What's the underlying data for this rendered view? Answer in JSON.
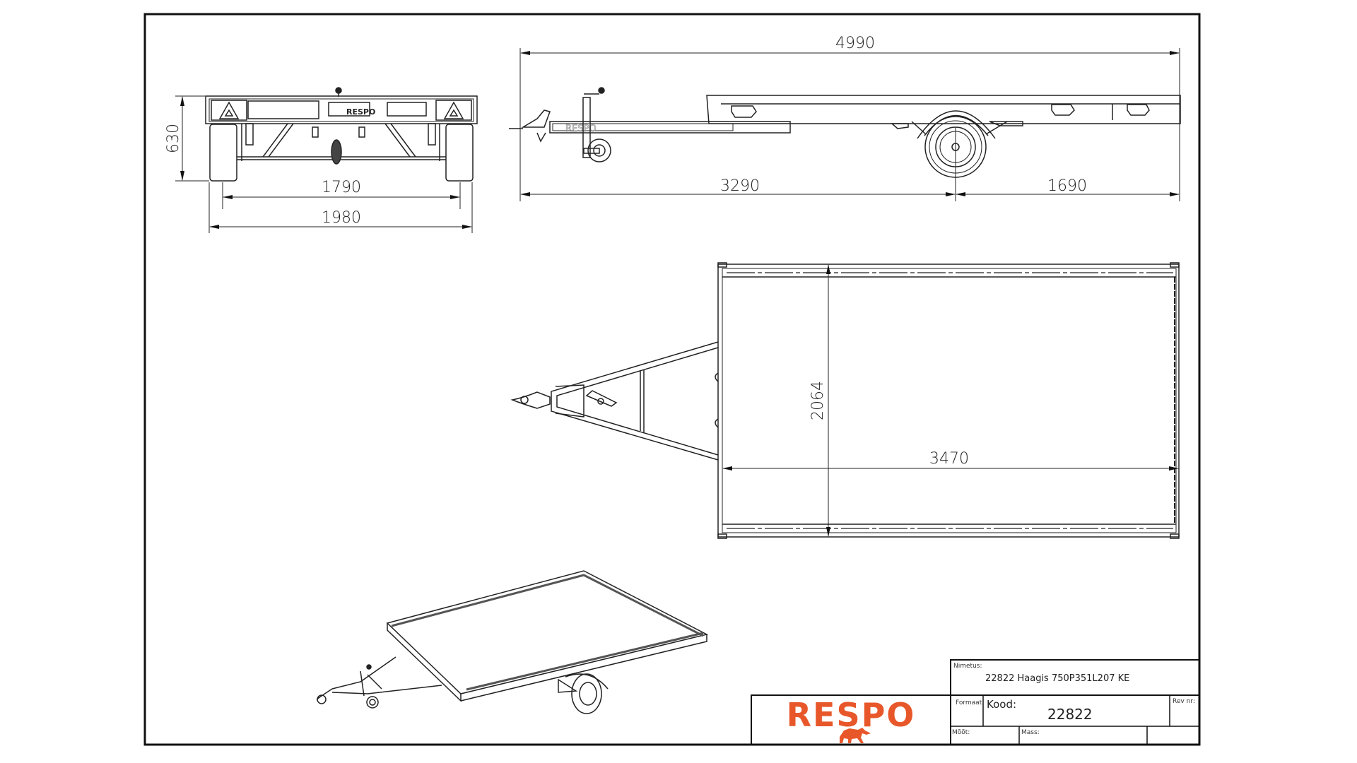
{
  "drawing": {
    "front_view": {
      "dimensions": {
        "height": "630",
        "track_width": "1790",
        "overall_width": "1980"
      }
    },
    "side_view": {
      "dimensions": {
        "overall_length": "4990",
        "front_to_axle": "3290",
        "axle_to_rear": "1690"
      }
    },
    "top_view": {
      "dimensions": {
        "bed_width": "2064",
        "bed_length": "3470"
      }
    },
    "isometric_view": {}
  },
  "title_block": {
    "logo_text": "RESPO",
    "brand_color": "#e8572a",
    "nimetus_label": "Nimetus:",
    "nimetus_value": "22822 Haagis 750P351L207 KE",
    "formaat_label": "Formaat",
    "kood_label": "Kood:",
    "kood_value": "22822",
    "rev_label": "Rev nr:",
    "moot_label": "Mõõt:",
    "mass_label": "Mass:"
  }
}
